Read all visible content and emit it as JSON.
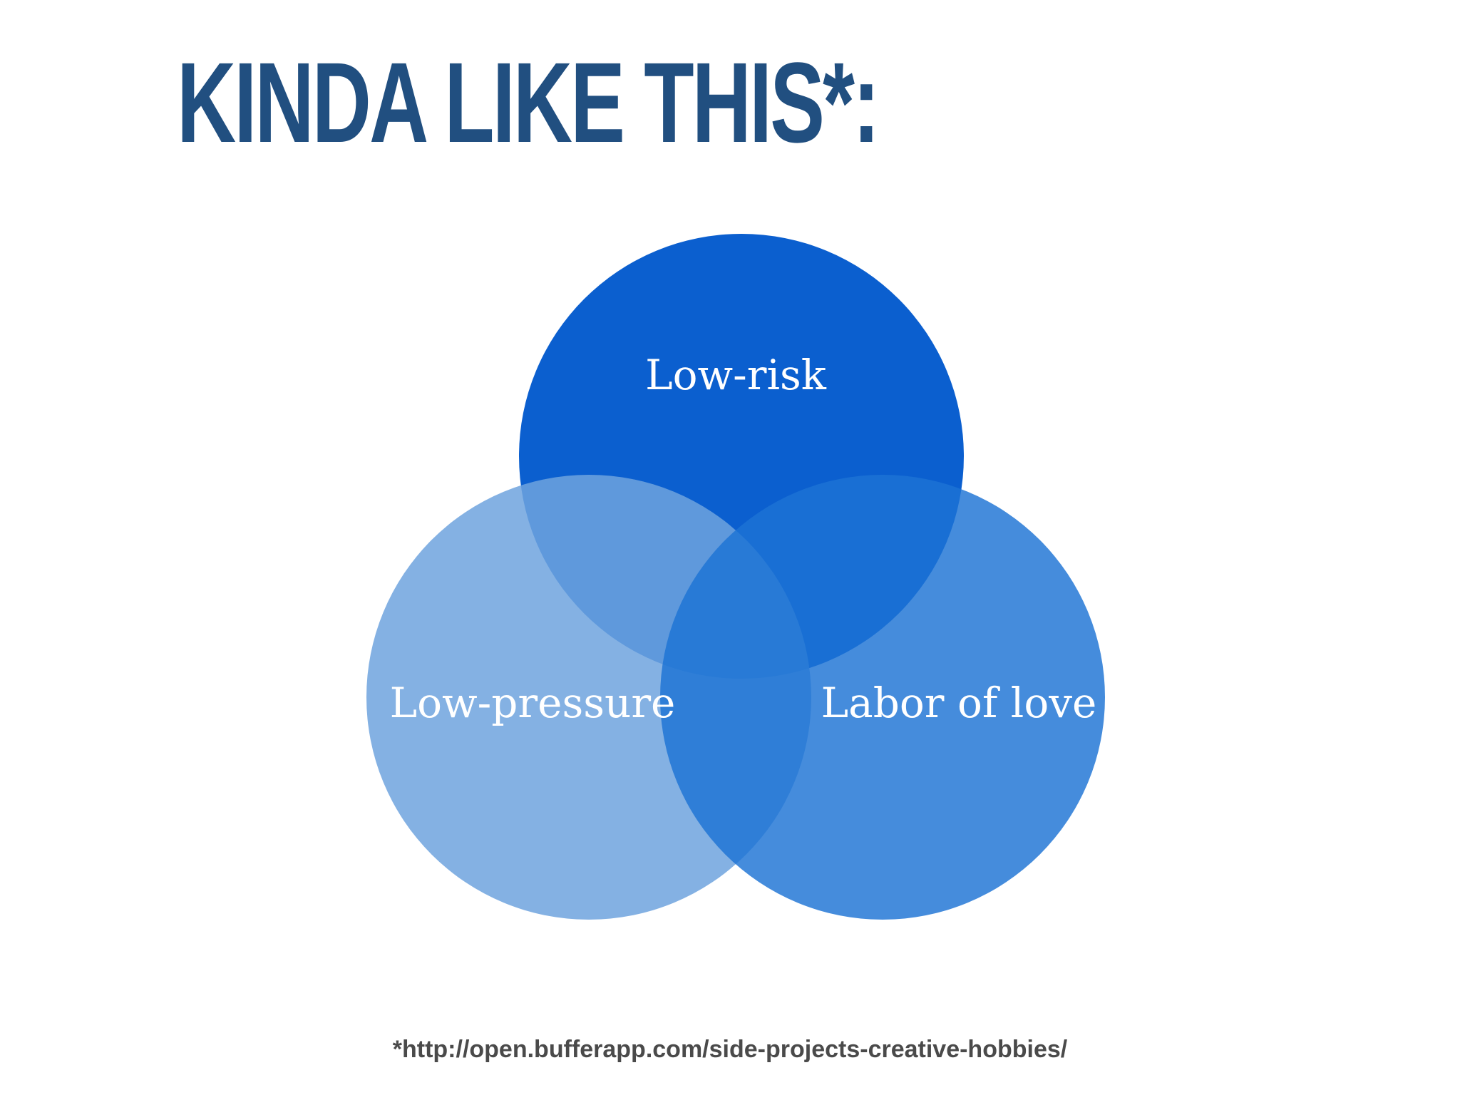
{
  "slide": {
    "title": "KINDA LIKE THIS*:",
    "footnote": "*http://open.bufferapp.com/side-projects-creative-hobbies/"
  },
  "venn": {
    "circles": [
      {
        "label": "Low-risk",
        "color": "#0b5fcf",
        "opacity": 1.0
      },
      {
        "label": "Low-pressure",
        "color": "#6ea3de",
        "opacity": 0.85
      },
      {
        "label": "Labor of love",
        "color": "#1c73d4",
        "opacity": 0.82
      }
    ]
  },
  "colors": {
    "title": "#214f80",
    "footnote": "#4a4a4a",
    "label": "#ffffff"
  }
}
